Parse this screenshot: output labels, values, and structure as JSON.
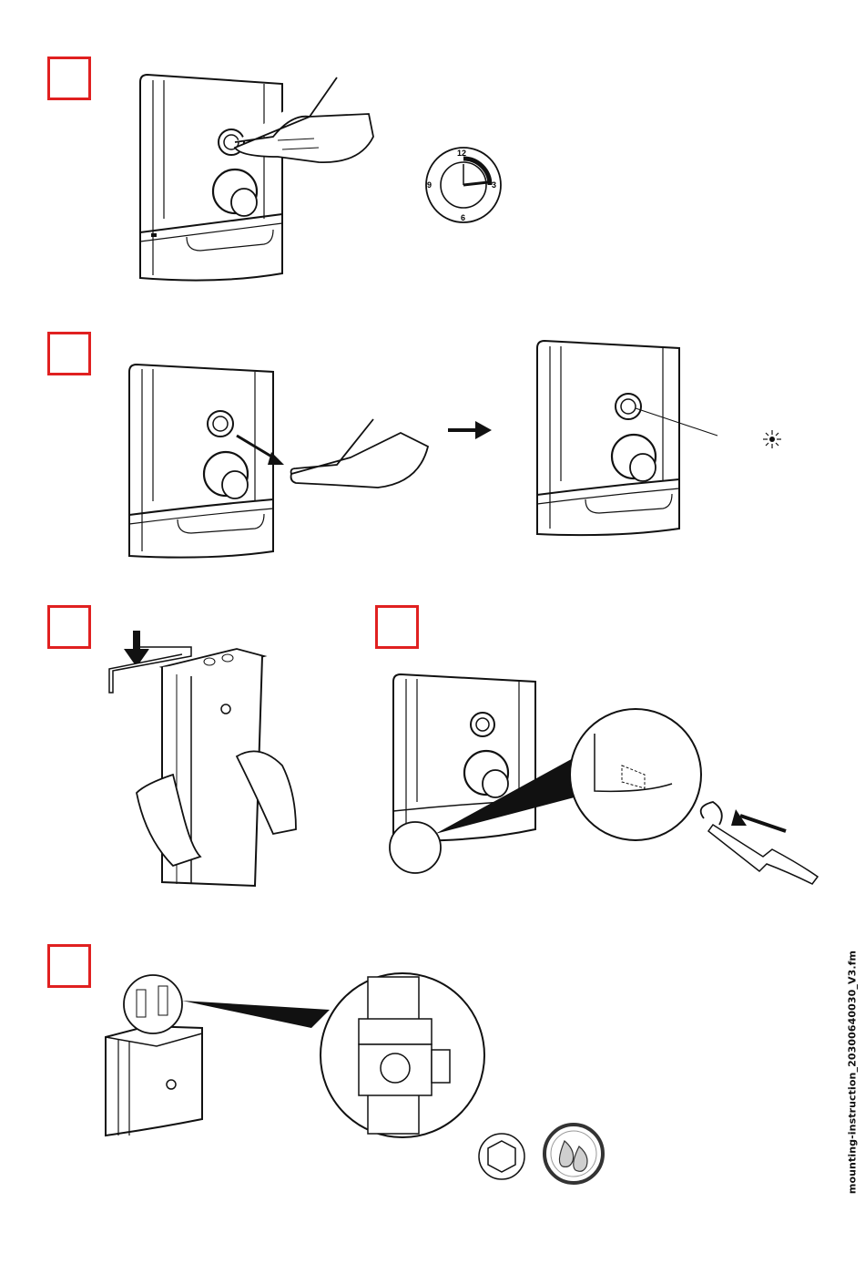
{
  "steps": [
    {
      "id": 1,
      "box_color": "#e02020"
    },
    {
      "id": 2,
      "box_color": "#e02020"
    },
    {
      "id": 3,
      "box_color": "#e02020"
    },
    {
      "id": 4,
      "box_color": "#e02020"
    },
    {
      "id": 5,
      "box_color": "#e02020"
    }
  ],
  "clock": {
    "n12": "12",
    "n3": "3",
    "n6": "6",
    "n9": "9"
  },
  "icons": [
    "hand-press-icon",
    "clock-icon",
    "arrow-right-icon",
    "indicator-light-icon",
    "arrow-down-icon",
    "screwdriver-icon",
    "hex-key-icon",
    "water-drop-icon"
  ],
  "footer": {
    "filename": "mounting-instruction_20300640030_V3.fm"
  }
}
